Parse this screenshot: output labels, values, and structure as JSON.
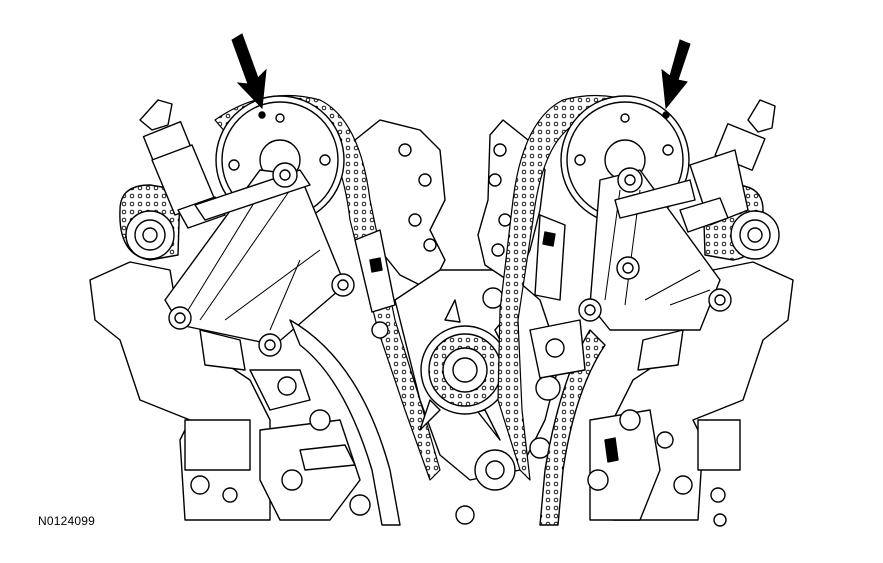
{
  "figure": {
    "id": "N0124099",
    "colors": {
      "line": "#000000",
      "fill": "#ffffff",
      "arrow": "#000000"
    },
    "parts": [
      "left-cam-phaser-sprocket",
      "right-cam-phaser-sprocket",
      "left-oil-control-solenoid",
      "right-oil-control-solenoid",
      "left-chain-tensioner-arm",
      "right-chain-tensioner-arm",
      "left-timing-chain",
      "right-timing-chain",
      "crankshaft-sprocket",
      "left-indicator-arrow",
      "right-indicator-arrow"
    ]
  }
}
